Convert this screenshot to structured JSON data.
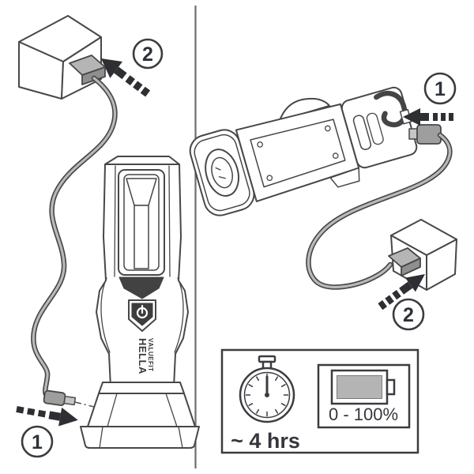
{
  "figure": {
    "type": "charging-instructions-diagram",
    "subject": "Rechargeable inspection work light charging steps"
  },
  "steps": {
    "left_adapter": "2",
    "left_dock": "1",
    "right_device": "1",
    "right_adapter": "2"
  },
  "brand": {
    "line1": "HELLA",
    "line2": "VALUEFIT"
  },
  "info_box": {
    "charge_time": "~ 4 hrs",
    "battery_range": "0 - 100%"
  },
  "colors": {
    "line": "#474747",
    "arrow_dark": "#2d2f33",
    "plug_gray": "#9e9e9e",
    "plug_tip_gray": "#c6c6c6",
    "battery_fill": "#b4b4b4",
    "badge_border": "#3a3c40",
    "text": "#35373c",
    "background": "#ffffff"
  }
}
